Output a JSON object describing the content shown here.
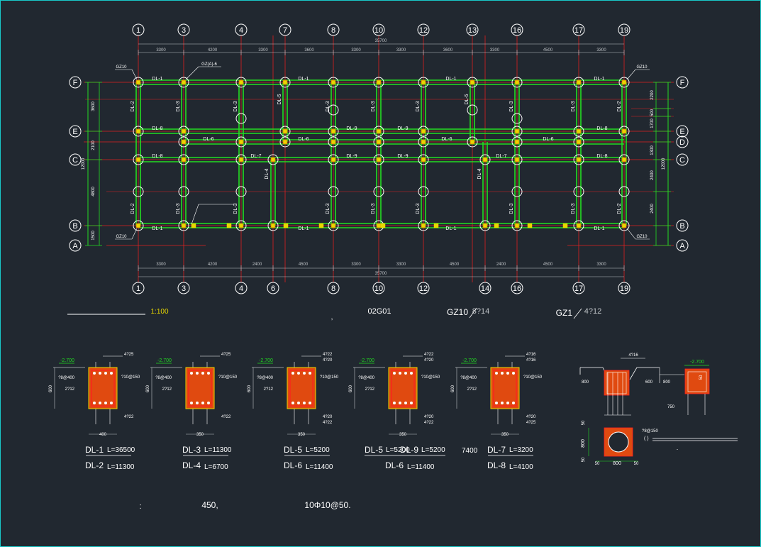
{
  "colors": {
    "background": "#212830",
    "frame": "#19c9c9",
    "beam": "#22dd22",
    "grid": "#e02020",
    "dim": "#bfc3c7",
    "label": "#ffffff",
    "yellow": "#e8d700",
    "column": "#e8d700",
    "section_fill": "#e05010"
  },
  "plan": {
    "top_axes": [
      "1",
      "3",
      "4",
      "7",
      "8",
      "10",
      "12",
      "13",
      "16",
      "17",
      "19"
    ],
    "bottom_axes": [
      "1",
      "3",
      "4",
      "6",
      "8",
      "10",
      "12",
      "14",
      "16",
      "17",
      "19"
    ],
    "left_axes": [
      "F",
      "E",
      "C",
      "B",
      "A"
    ],
    "right_axes": [
      "F",
      "E",
      "D",
      "C",
      "B",
      "A"
    ],
    "top_dims": [
      "3300",
      "4200",
      "3300",
      "3600",
      "3300",
      "3300",
      "3600",
      "3300",
      "4500",
      "3300"
    ],
    "top_total": "35700",
    "bottom_dims": [
      "3300",
      "4200",
      "2400",
      "4500",
      "3300",
      "3300",
      "4500",
      "2400",
      "4500",
      "3300"
    ],
    "bottom_total": "35700",
    "left_dims": [
      "3600",
      "2100",
      "4800",
      "1500"
    ],
    "left_total": "12000",
    "right_dims": [
      "2200",
      "500",
      "1700",
      "1300",
      "2400",
      "2400"
    ],
    "right_total": "12000",
    "col_label_tl": "GZ10",
    "col_label_bl": "GZ10",
    "col_label_tr": "GZ10",
    "col_label_br": "GZ10",
    "leader_label": "GZ(A)-6",
    "beams_h": [
      "DL-1",
      "DL-1",
      "DL-1",
      "DL-1",
      "DL-8",
      "DL-9",
      "DL-9",
      "DL-8",
      "DL-6",
      "DL-6",
      "DL-6",
      "DL-6",
      "DL-8",
      "DL-7",
      "DL-9",
      "DL-9",
      "DL-7",
      "DL-8",
      "DL-1",
      "DL-1",
      "DL-1",
      "DL-1"
    ],
    "beams_v": [
      "DL-2",
      "DL-3",
      "DL-3",
      "DL-5",
      "DL-3",
      "DL-3",
      "DL-3",
      "DL-5",
      "DL-3",
      "DL-3",
      "DL-2",
      "DL-4",
      "DL-4",
      "DL-2",
      "DL-3",
      "DL-3",
      "DL-3",
      "DL-3",
      "DL-3",
      "DL-3",
      "DL-3",
      "DL-2"
    ]
  },
  "notes": {
    "scale": "1:100",
    "code": "02G01",
    "comma": ",",
    "gz10": "GZ10",
    "gz10_rebar": "8?14",
    "gz1": "GZ1",
    "gz1_rebar": "4?12",
    "bottom_colon": ":",
    "bottom_450": "450,",
    "bottom_stirrup": "10Φ10@50."
  },
  "sections": [
    {
      "elev": "-2.700",
      "top": "4?25",
      "bottom": "4?22",
      "left1": "?8@400",
      "left2": "2?12",
      "right": "?10@150",
      "height": "600",
      "width": "400",
      "l1": "DL-1",
      "l1len": "L=36500",
      "l2": "DL-2",
      "l2len": "L=11300"
    },
    {
      "elev": "-2.700",
      "top": "4?25",
      "bottom": "4?22",
      "left1": "?8@400",
      "left2": "2?12",
      "right": "?10@150",
      "height": "600",
      "width": "350",
      "l1": "DL-3",
      "l1len": "L=11300",
      "l2": "DL-4",
      "l2len": "L=6700"
    },
    {
      "elev": "-2.700",
      "top": "4?22",
      "top2": "4?20",
      "bottom": "4?20",
      "bottom2": "4?22",
      "left1": "?8@400",
      "left2": "2?12",
      "right": "?10@150",
      "height": "600",
      "width": "350",
      "l1": "DL-5",
      "l1len": "L=5200",
      "l2": "DL-6",
      "l2len": "L=11400"
    },
    {
      "elev": "-2.700",
      "top": "4?22",
      "top2": "4?20",
      "bottom": "4?20",
      "bottom2": "4?22",
      "left1": "?8@400",
      "left2": "2?12",
      "right": "?10@150",
      "height": "600",
      "width": "350",
      "l1": "DL-5",
      "l1len": "L=5200",
      "l1b": "DL-9",
      "l1blen": "L=5200",
      "extra": "7400",
      "l2": "DL-6",
      "l2len": "L=11400"
    },
    {
      "elev": "-2.700",
      "top": "4?16",
      "top2": "4?16",
      "bottom": "4?20",
      "bottom2": "4?25",
      "left1": "?8@400",
      "left2": "2?12",
      "right": "?10@150",
      "height": "600",
      "width": "350",
      "l1": "DL-7",
      "l1len": "L=3200",
      "l2": "DL-8",
      "l2len": "L=4100"
    }
  ],
  "detail": {
    "elev": "-2.700",
    "top": "4?16",
    "d800a": "800",
    "d600": "600",
    "d800b": "800",
    "d750": "750",
    "d50t": "50",
    "d800v": "800",
    "d50b": "50",
    "d50l": "50",
    "d800h": "800",
    "d50r": "50",
    "stirrup": "?8@150",
    "paren": "(  )",
    "dot": "."
  }
}
